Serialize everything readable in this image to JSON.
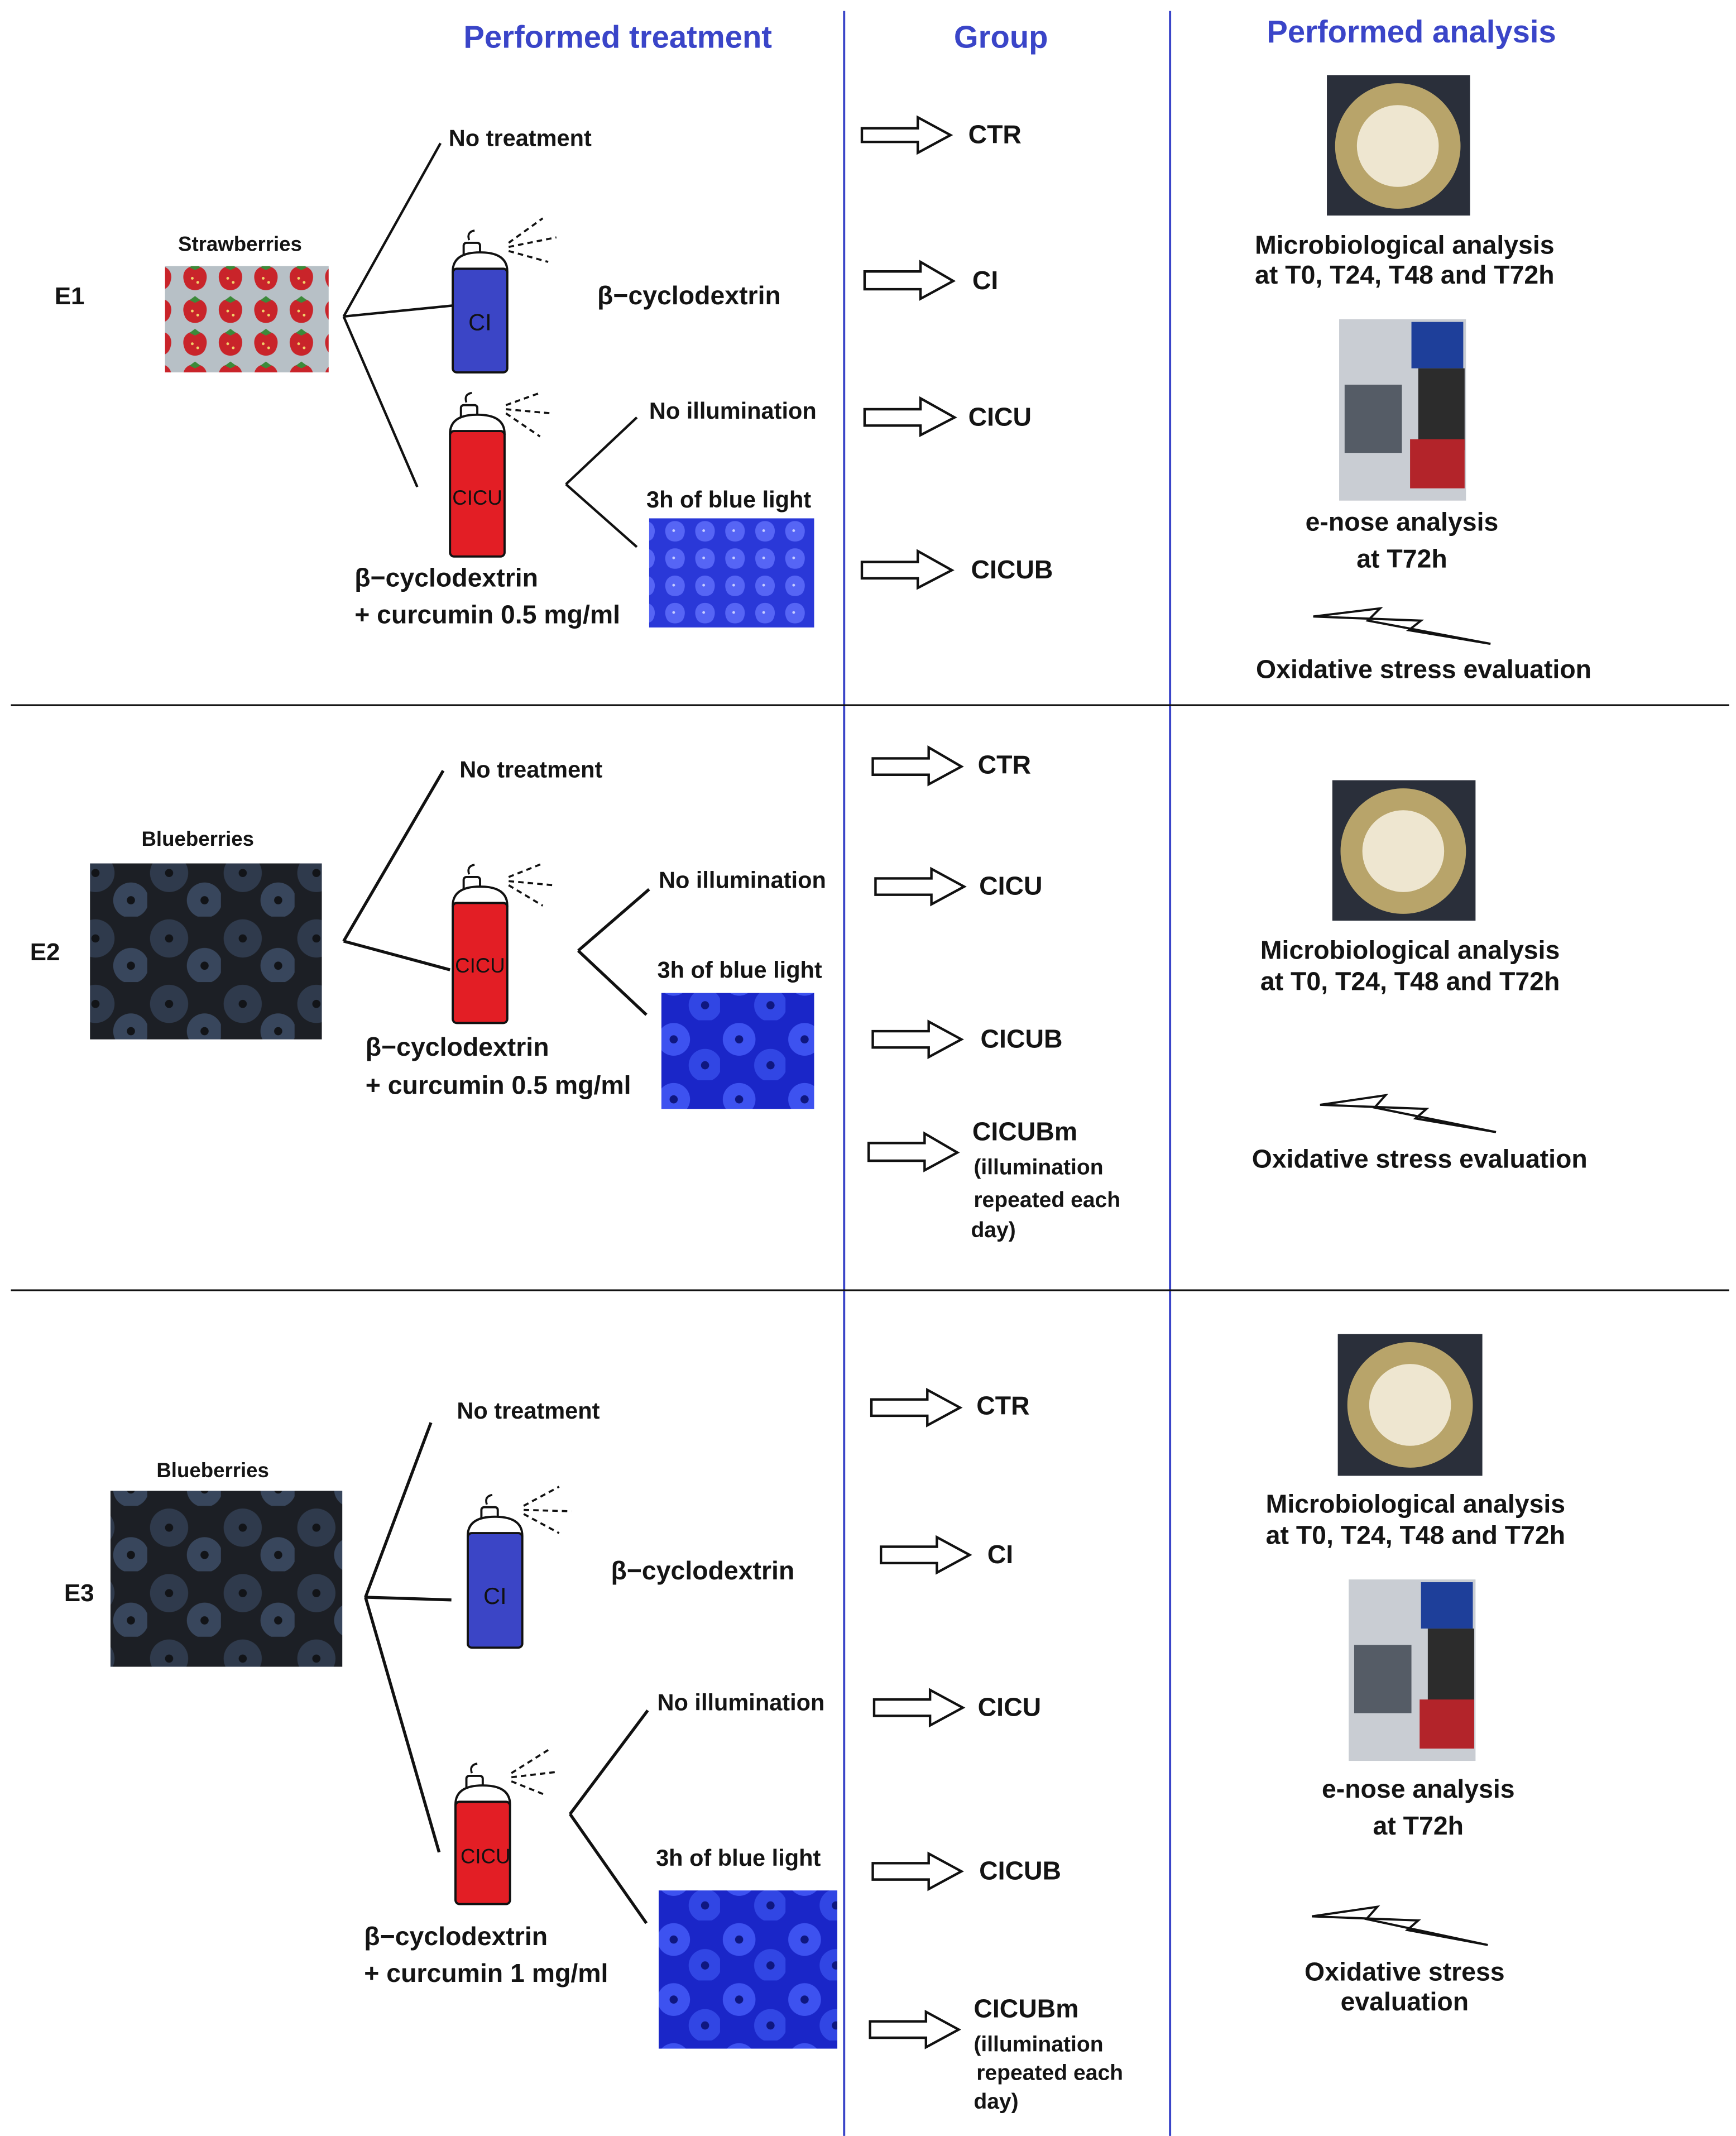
{
  "headers": {
    "treatment": "Performed treatment",
    "group": "Group",
    "analysis": "Performed analysis"
  },
  "colors": {
    "header_blue": "#3a45c8",
    "column_rule_blue": "#3a45c8",
    "can_red": "#e31e25",
    "can_blue": "#3b45c6",
    "blue_light": "#2433d6"
  },
  "icons": [
    "spray-can-icon",
    "outline-arrow-icon",
    "lightning-bolt-icon",
    "petri-dish-photo",
    "e-nose-photo",
    "strawberries-photo",
    "blueberries-photo"
  ],
  "e1": {
    "id": "E1",
    "fruit": "Strawberries",
    "no_treatment": "No treatment",
    "can_ci": "CI",
    "can_cicu": "CICU",
    "ci_desc": "β−cyclodextrin",
    "cicu_desc_1": "β−cyclodextrin",
    "cicu_desc_2": "+ curcumin 0.5 mg/ml",
    "no_illumination": "No illumination",
    "blue_light": "3h of blue light",
    "groups": [
      "CTR",
      "CI",
      "CICU",
      "CICUB"
    ],
    "analysis": {
      "micro_1": "Microbiological analysis",
      "micro_2": "at T0, T24, T48 and T72h",
      "enose_1": "e-nose analysis",
      "enose_2": "at T72h",
      "oxidative": "Oxidative stress evaluation"
    }
  },
  "e2": {
    "id": "E2",
    "fruit": "Blueberries",
    "no_treatment": "No treatment",
    "can_cicu": "CICU",
    "cicu_desc_1": "β−cyclodextrin",
    "cicu_desc_2": "+ curcumin 0.5 mg/ml",
    "no_illumination": "No illumination",
    "blue_light": "3h of blue light",
    "groups": [
      "CTR",
      "CICU",
      "CICUB",
      "CICUBm"
    ],
    "cicubm_note": [
      "(illumination",
      "repeated each",
      "day)"
    ],
    "analysis": {
      "micro_1": "Microbiological analysis",
      "micro_2": "at T0, T24, T48 and T72h",
      "oxidative": "Oxidative stress evaluation"
    }
  },
  "e3": {
    "id": "E3",
    "fruit": "Blueberries",
    "no_treatment": "No treatment",
    "can_ci": "CI",
    "can_cicu": "CICU",
    "ci_desc": "β−cyclodextrin",
    "cicu_desc_1": "β−cyclodextrin",
    "cicu_desc_2": "+ curcumin 1  mg/ml",
    "no_illumination": "No illumination",
    "blue_light": "3h of blue light",
    "groups": [
      "CTR",
      "CI",
      "CICU",
      "CICUB",
      "CICUBm"
    ],
    "cicubm_note": [
      "(illumination",
      "repeated each",
      "day)"
    ],
    "analysis": {
      "micro_1": "Microbiological analysis",
      "micro_2": "at T0, T24, T48 and T72h",
      "enose_1": "e-nose analysis",
      "enose_2": "at T72h",
      "oxidative_1": "Oxidative stress",
      "oxidative_2": "evaluation"
    }
  }
}
